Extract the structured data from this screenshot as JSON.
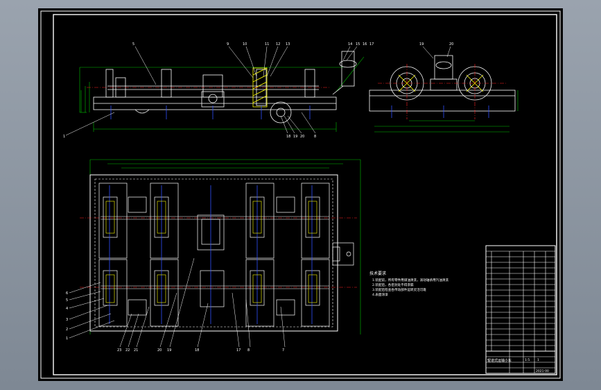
{
  "viewport": {
    "background": "#000000",
    "line_color": "#ffffff",
    "dim_color": "#00c000",
    "center_color": "#ff2020",
    "hidden_color": "#3050ff",
    "part_color": "#ffff00"
  },
  "notes": {
    "heading": "技术要求",
    "lines": [
      "1.装配前，所有零件用煤油清洗，滚动轴承用汽油清洗",
      "2.装配后，各密封处不得渗漏",
      "3.装配后检查各传动部件运转灵活可靠",
      "4.表面涂漆"
    ]
  },
  "balloons": {
    "front": [
      "5",
      "9",
      "10",
      "11",
      "12",
      "13",
      "14",
      "15",
      "16",
      "17",
      "18",
      "19",
      "20"
    ],
    "side": [
      "19",
      "20"
    ],
    "plan_left": [
      "1",
      "2",
      "3",
      "4",
      "5",
      "6"
    ],
    "plan_bottom": [
      "23",
      "22",
      "21",
      "20",
      "19",
      "18",
      "17",
      "8",
      "7"
    ]
  },
  "title_block": {
    "title_text": "辊道式运输小车",
    "drawing_no": "2021-00",
    "scale": "1:5",
    "sheet": "1"
  }
}
